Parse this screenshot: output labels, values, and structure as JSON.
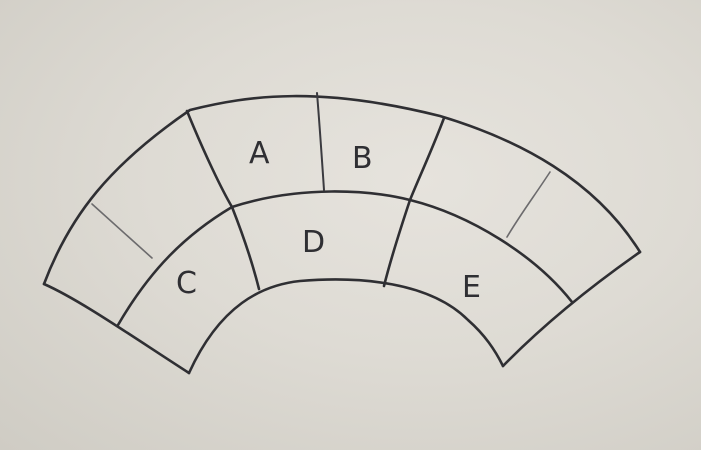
{
  "regions": [
    {
      "id": "A",
      "label": "A"
    },
    {
      "id": "B",
      "label": "B"
    },
    {
      "id": "C",
      "label": "C"
    },
    {
      "id": "D",
      "label": "D"
    },
    {
      "id": "E",
      "label": "E"
    }
  ],
  "colors": {
    "paper": "#dedbd4",
    "ink": "#2f2f33"
  }
}
